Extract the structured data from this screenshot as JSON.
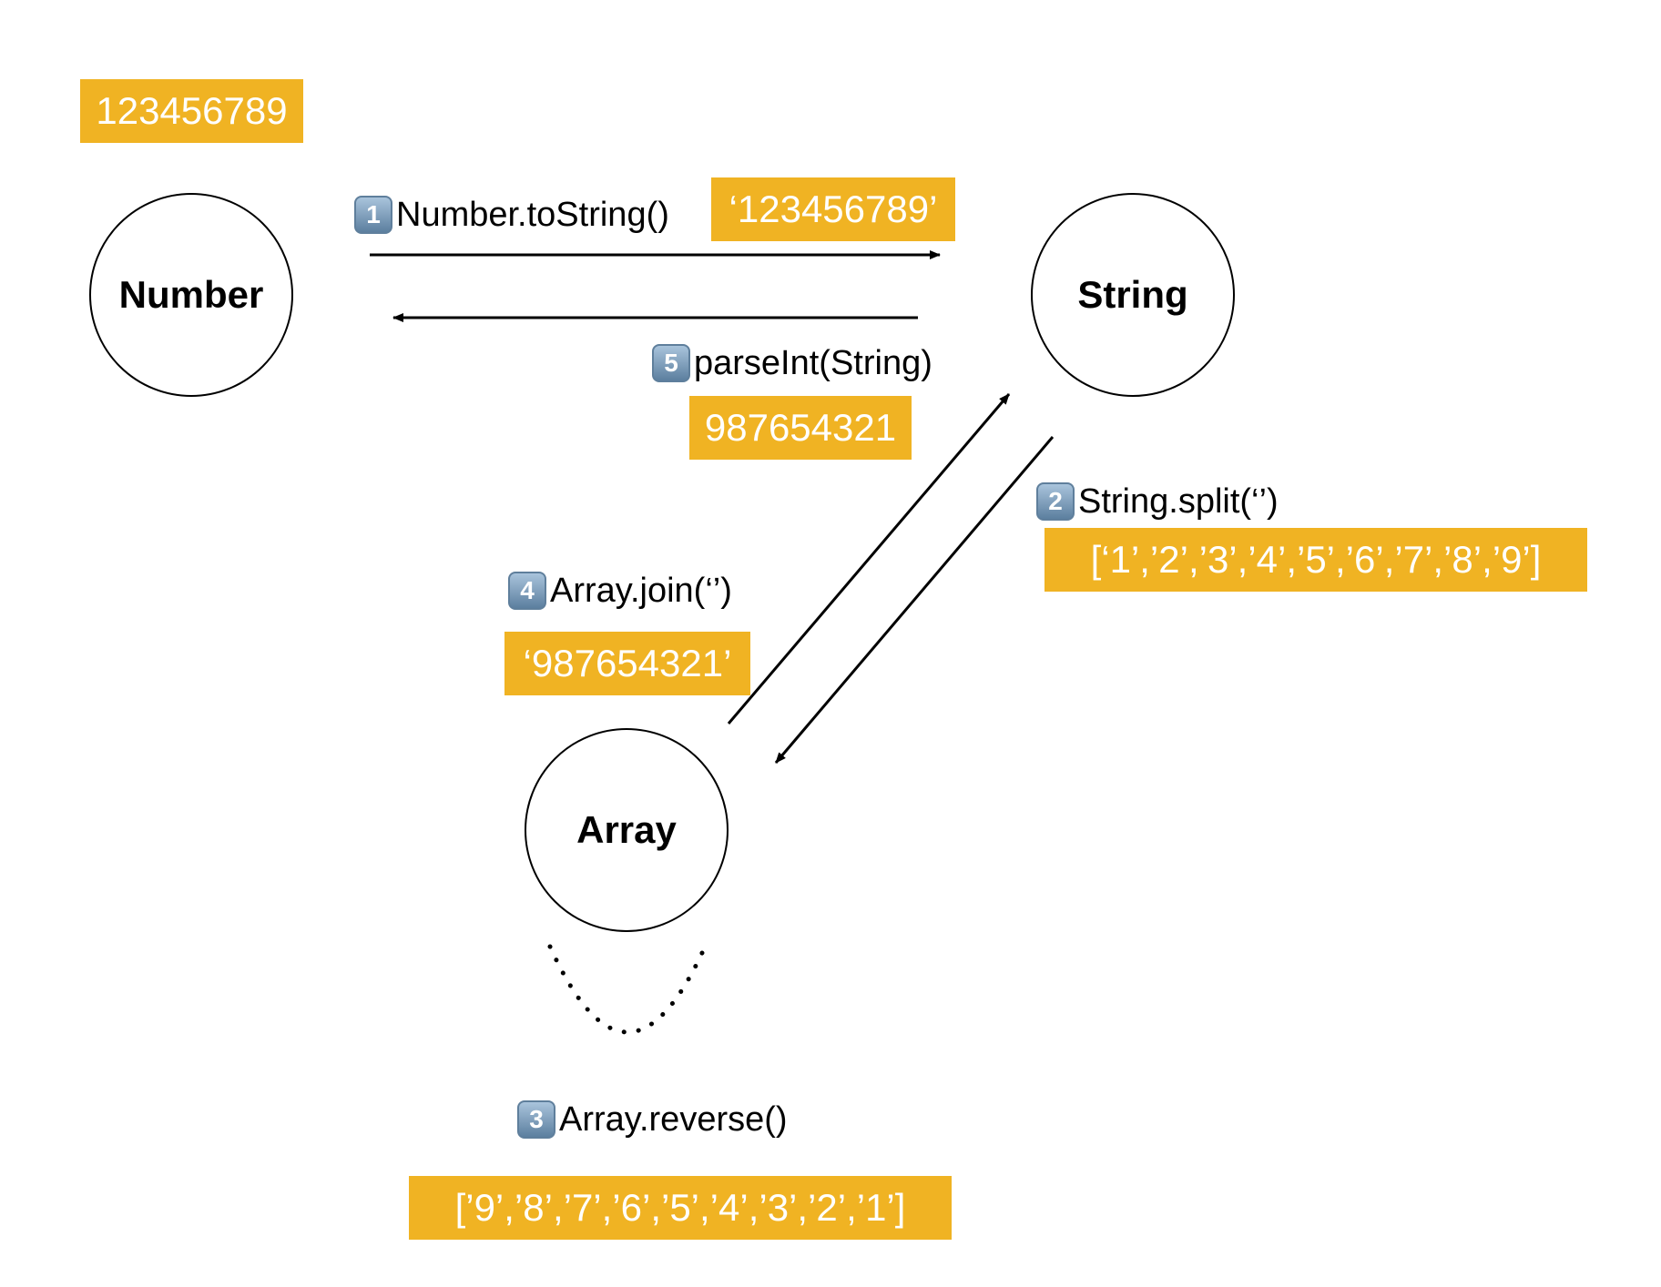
{
  "colors": {
    "value_box": "#f0b323",
    "line": "#000000"
  },
  "nodes": {
    "number": "Number",
    "string": "String",
    "array": "Array"
  },
  "values": {
    "initial": "123456789",
    "to_string": "‘123456789’",
    "parse_int": "987654321",
    "split": "[‘1’,’2’,’3’,’4’,’5’,’6’,’7’,’8’,’9’]",
    "join": "‘987654321’",
    "reverse": "[’9’,’8’,’7’,’6’,’5’,’4’,’3’,’2’,’1’]"
  },
  "steps": [
    {
      "number": "1",
      "label": "Number.toString()"
    },
    {
      "number": "2",
      "label": "String.split(‘’)"
    },
    {
      "number": "3",
      "label": "Array.reverse()"
    },
    {
      "number": "4",
      "label": "Array.join(‘’)"
    },
    {
      "number": "5",
      "label": "parseInt(String)"
    }
  ]
}
